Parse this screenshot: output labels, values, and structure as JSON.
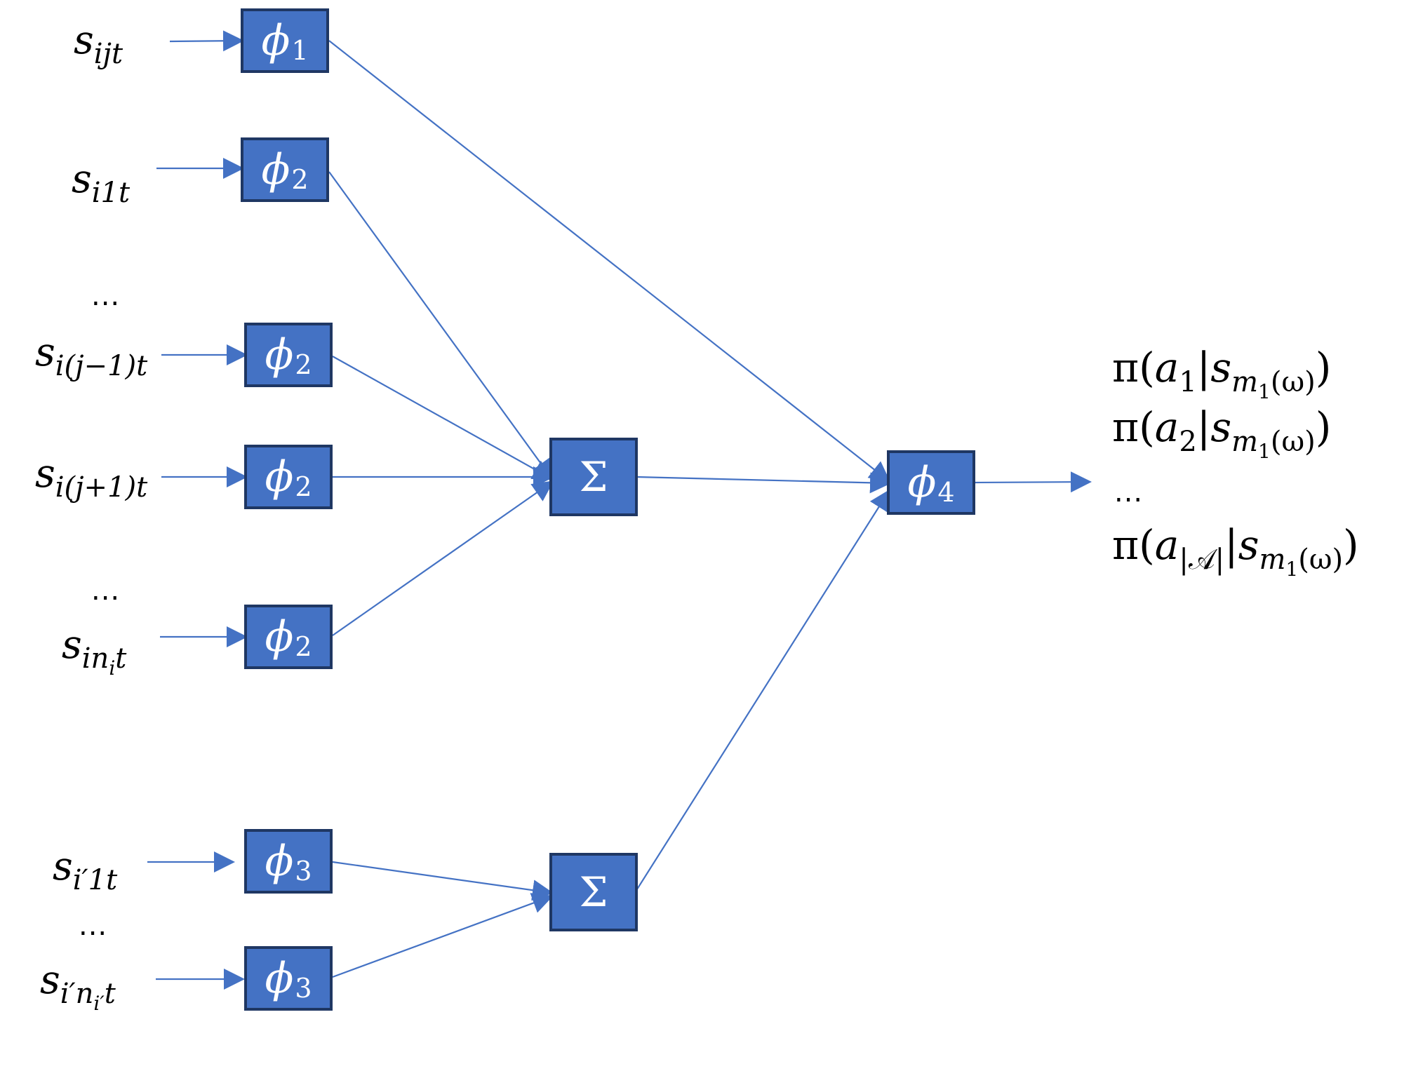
{
  "colors": {
    "box_fill": "#4472c4",
    "box_border": "#1f3763",
    "arrow": "#4472c4",
    "box_text": "#ffffff",
    "label_text": "#000000"
  },
  "inputs": [
    {
      "base": "s",
      "sub": "ijt"
    },
    {
      "base": "s",
      "sub": "i1t"
    },
    {
      "base": "s",
      "sub": "i(j−1)t"
    },
    {
      "base": "s",
      "sub": "i(j+1)t"
    },
    {
      "base": "s",
      "sub": "in",
      "sub_sub": "i",
      "sub_tail": "t"
    },
    {
      "base": "s",
      "sub": "i′1t"
    },
    {
      "base": "s",
      "sub": "i′n",
      "sub_sub": "i′",
      "sub_tail": "t"
    }
  ],
  "ellipsis": "...",
  "boxes": {
    "phi1": {
      "symbol": "ϕ",
      "index": "1"
    },
    "phi2": {
      "symbol": "ϕ",
      "index": "2"
    },
    "phi3": {
      "symbol": "ϕ",
      "index": "3"
    },
    "phi4": {
      "symbol": "ϕ",
      "index": "4"
    },
    "sum": {
      "symbol": "Σ"
    }
  },
  "outputs": [
    {
      "prefix": "π(",
      "a": "a",
      "a_sub": "1",
      "bar": "|",
      "s": "s",
      "s_sub": "m",
      "s_sub_sub": "1",
      "s_tail": "(ω)",
      "close": ")"
    },
    {
      "prefix": "π(",
      "a": "a",
      "a_sub": "2",
      "bar": "|",
      "s": "s",
      "s_sub": "m",
      "s_sub_sub": "1",
      "s_tail": "(ω)",
      "close": ")"
    },
    {
      "dots": "..."
    },
    {
      "prefix": "π(",
      "a": "a",
      "a_sub": "|𝒜|",
      "bar": "|",
      "s": "s",
      "s_sub": "m",
      "s_sub_sub": "1",
      "s_tail": "(ω)",
      "close": ")"
    }
  ]
}
